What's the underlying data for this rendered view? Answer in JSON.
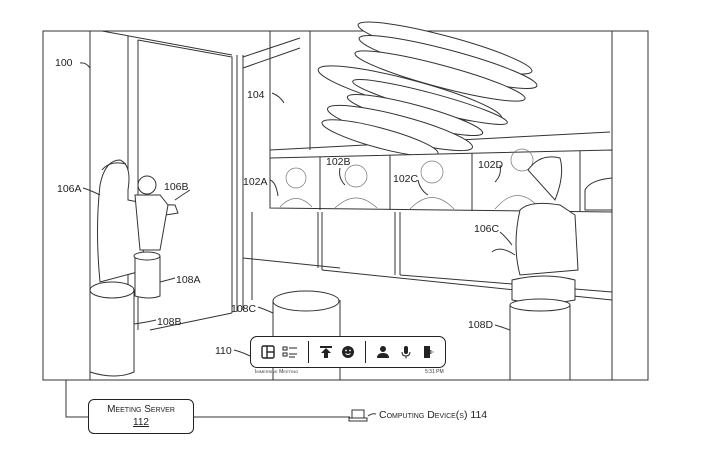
{
  "figure": {
    "labels": {
      "environment": "100",
      "display_surface": "104",
      "remote_participants": [
        "102A",
        "102B",
        "102C",
        "102D"
      ],
      "local_participants": [
        "106A",
        "106B",
        "106C"
      ],
      "seats": [
        "108A",
        "108B",
        "108C",
        "108D"
      ],
      "toolbar": "110"
    }
  },
  "toolbar": {
    "buttons": [
      {
        "name": "layout",
        "icon": "layout-icon"
      },
      {
        "name": "list",
        "icon": "list-icon"
      },
      {
        "name": "share",
        "icon": "share-upload-icon"
      },
      {
        "name": "reactions",
        "icon": "smiley-icon"
      },
      {
        "name": "participants",
        "icon": "person-icon"
      },
      {
        "name": "microphone",
        "icon": "microphone-icon"
      },
      {
        "name": "leave",
        "icon": "leave-door-icon"
      }
    ],
    "app_name": "Immersive Meeting",
    "time": "5:31 PM"
  },
  "network": {
    "server_label": "Meeting Server",
    "server_number": "112",
    "device_label": "Computing Device(s) 114"
  }
}
